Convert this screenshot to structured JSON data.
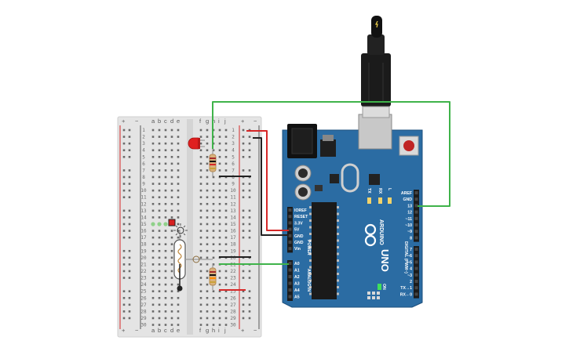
{
  "breadboard": {
    "columns_left": [
      "a",
      "b",
      "c",
      "d",
      "e"
    ],
    "columns_right": [
      "f",
      "g",
      "h",
      "i",
      "j"
    ],
    "rows": [
      1,
      2,
      3,
      4,
      5,
      6,
      7,
      8,
      9,
      10,
      11,
      12,
      13,
      14,
      15,
      16,
      17,
      18,
      19,
      20,
      21,
      22,
      23,
      24,
      25,
      26,
      27,
      28,
      29,
      30
    ],
    "rail_plus": "+",
    "rail_minus": "−"
  },
  "arduino": {
    "brand": "ARDUINO",
    "model": "UNO",
    "power_header_title": "POWER",
    "analog_header_title": "ANALOG IN",
    "digital_header_title": "DIGITAL (PWM~)",
    "power_pins": [
      "IOREF",
      "RESET",
      "3.3V",
      "5V",
      "GND",
      "GND",
      "Vin"
    ],
    "analog_pins": [
      "A0",
      "A1",
      "A2",
      "A3",
      "A4",
      "A5"
    ],
    "digital_pins_top": [
      "AREF",
      "GND",
      "13",
      "12",
      "~11",
      "~10",
      "~9",
      "8"
    ],
    "digital_pins_bottom": [
      "7",
      "~6",
      "~5",
      "4",
      "~3",
      "2",
      "TX→1",
      "RX←0"
    ],
    "led_labels": [
      "TX",
      "RX",
      "L",
      "ON"
    ]
  },
  "colors": {
    "board": "#2b6ca3",
    "board_dark": "#1d4f7c",
    "breadboard": "#e6e6e6",
    "wire_green": "#3fb34a",
    "wire_red": "#d62828",
    "wire_black": "#222222",
    "led_red": "#e02020"
  }
}
